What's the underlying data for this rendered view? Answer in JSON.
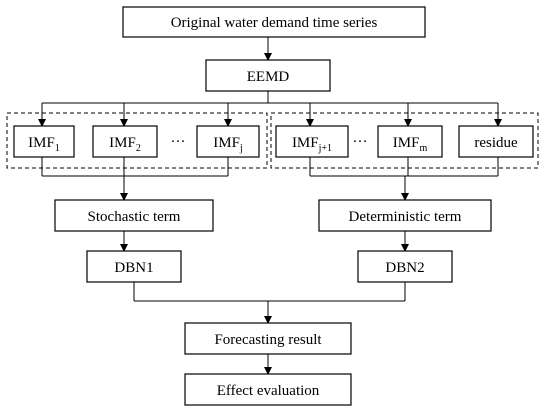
{
  "nodes": {
    "original": "Original water demand time series",
    "eemd": "EEMD",
    "imf_1": {
      "base": "IMF",
      "sub": "1"
    },
    "imf_2": {
      "base": "IMF",
      "sub": "2"
    },
    "ellipsis_left": "···",
    "imf_j": {
      "base": "IMF",
      "sub": "j"
    },
    "imf_j1": {
      "base": "IMF",
      "sub": "j+1"
    },
    "ellipsis_right": "···",
    "imf_m": {
      "base": "IMF",
      "sub": "m"
    },
    "residue": "residue",
    "stochastic": "Stochastic term",
    "deterministic": "Deterministic term",
    "dbn1": "DBN1",
    "dbn2": "DBN2",
    "forecast": "Forecasting result",
    "evaluation": "Effect evaluation"
  }
}
